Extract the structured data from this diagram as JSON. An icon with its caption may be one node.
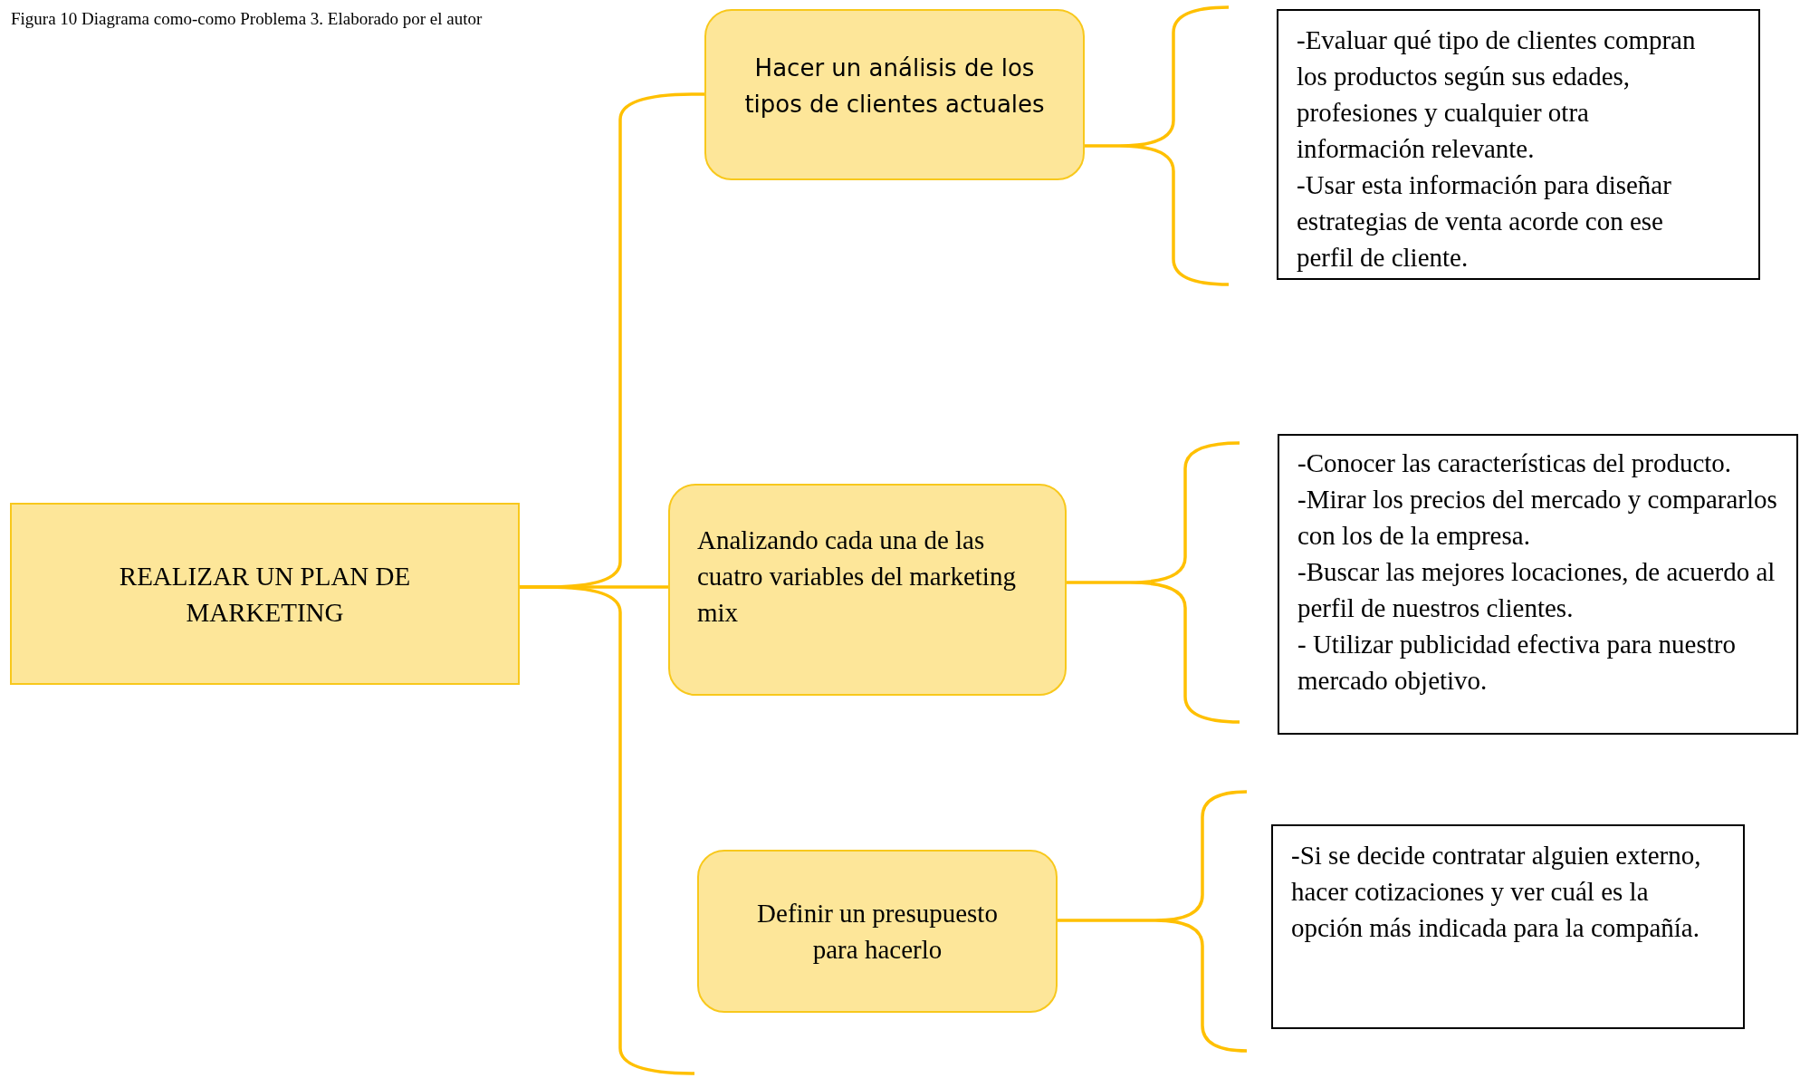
{
  "diagram": {
    "caption": "Figura  10 Diagrama como-como Problema 3. Elaborado por el autor",
    "nodes": [
      {
        "text": [
          "REALIZAR UN PLAN DE MARKETING"
        ]
      },
      {
        "text": [
          "Hacer un análisis de los tipos de clientes actuales"
        ]
      },
      {
        "text": [
          "Analizando cada una de las cuatro variables del marketing mix"
        ]
      },
      {
        "text": [
          "Definir un presupuesto para hacerlo"
        ]
      },
      {
        "text": [
          "-Evaluar qué tipo de clientes compran los productos según sus edades, profesiones y cualquier otra información relevante.",
          "-Usar esta información para diseñar estrategias de venta acorde con ese perfil de cliente."
        ]
      },
      {
        "text": [
          "-Conocer las características del producto.",
          "-Mirar los precios del mercado y compararlos con los de la empresa.",
          "-Buscar las mejores locaciones, de acuerdo al perfil de nuestros clientes.",
          "- Utilizar publicidad efectiva para nuestro mercado objetivo."
        ]
      },
      {
        "text": [
          "-Si se  decide  contratar alguien externo, hacer cotizaciones  y ver cuál es la opción más indicada para la compañía."
        ]
      }
    ],
    "edges": [
      {
        "from": 0,
        "to": 1,
        "arrow": "none"
      },
      {
        "from": 0,
        "to": 2,
        "arrow": "none"
      },
      {
        "from": 0,
        "to": 3,
        "arrow": "none"
      },
      {
        "from": 1,
        "to": 4,
        "arrow": "none"
      },
      {
        "from": 2,
        "to": 5,
        "arrow": "none"
      },
      {
        "from": 3,
        "to": 6,
        "arrow": "none"
      }
    ]
  }
}
